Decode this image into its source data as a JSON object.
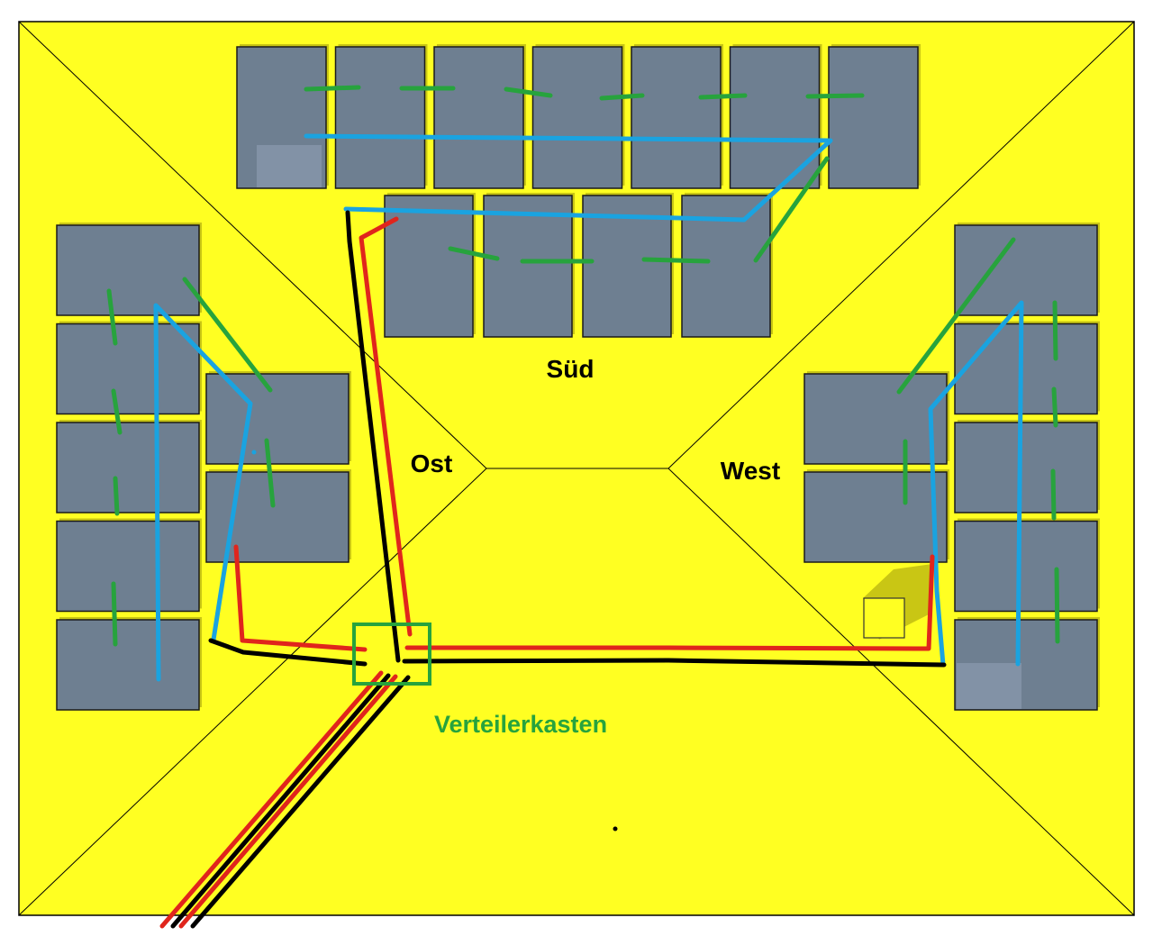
{
  "diagram": {
    "type": "roof-solar-layout",
    "labels": {
      "south": "Süd",
      "east": "Ost",
      "west": "West",
      "junction_box": "Verteilerkasten"
    },
    "colors": {
      "roof": "#ffff22",
      "roof_edge": "#000000",
      "panel": "#6e7f91",
      "panel_light": "#8292a6",
      "panel_shadow": "#c9c614",
      "string_blue": "#1aa3e0",
      "string_green": "#27a33d",
      "cable_red": "#e0251c",
      "cable_black": "#000000",
      "junction_box": "#27a33d",
      "label_text": "#000000",
      "junction_label": "#27a33d",
      "chimney_shadow": "#c9c614"
    },
    "roof_faces": [
      "south",
      "east",
      "west",
      "north"
    ],
    "panel_groups": [
      {
        "face": "south",
        "name": "south-upper-row",
        "count": 7,
        "orientation": "portrait"
      },
      {
        "face": "south",
        "name": "south-lower-row",
        "count": 4,
        "orientation": "portrait"
      },
      {
        "face": "east",
        "name": "east-outer-column",
        "count": 5,
        "orientation": "landscape"
      },
      {
        "face": "east",
        "name": "east-inner-column",
        "count": 2,
        "orientation": "landscape"
      },
      {
        "face": "west",
        "name": "west-inner-column",
        "count": 2,
        "orientation": "landscape"
      },
      {
        "face": "west",
        "name": "west-outer-column",
        "count": 5,
        "orientation": "landscape"
      }
    ],
    "total_panels": 25,
    "outgoing_cables": {
      "red": 2,
      "black": 2
    }
  }
}
